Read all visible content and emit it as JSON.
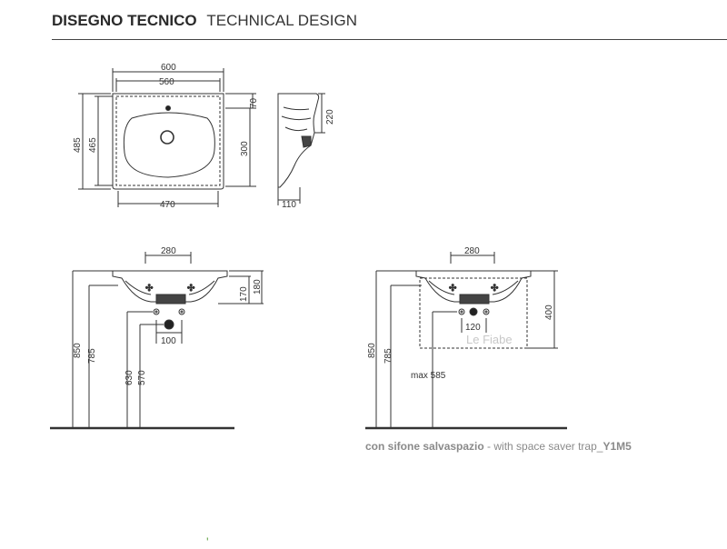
{
  "header": {
    "title_it": "DISEGNO TECNICO",
    "title_en": "TECHNICAL DESIGN"
  },
  "top_view": {
    "width_outer": "600",
    "width_inner": "560",
    "height_outer": "485",
    "height_inner": "465",
    "bottom_width": "470",
    "tap_offset": "70",
    "basin_depth": "300"
  },
  "side_view": {
    "bracket_height": "220",
    "base_depth": "110"
  },
  "front_view_left": {
    "hole_spacing": "280",
    "bowl_height_1": "170",
    "bowl_height_2": "180",
    "waste_spacing": "100",
    "height_top": "850",
    "height_rim": "785",
    "height_drain_1": "630",
    "height_drain_2": "570"
  },
  "front_view_right": {
    "hole_spacing": "280",
    "trap_height": "400",
    "waste_spacing": "120",
    "height_top": "850",
    "height_rim": "785",
    "max_label": "max 585",
    "watermark": "Le Fiabe"
  },
  "caption": {
    "it": "con sifone salvaspazio",
    "en": " - with space saver trap_",
    "code": "Y1M5"
  },
  "colors": {
    "line": "#333333",
    "ceramic_fill": "#ffffff",
    "dark": "#222222",
    "caption_grey": "#8a8a8a",
    "watermark": "#c8c8c8"
  }
}
